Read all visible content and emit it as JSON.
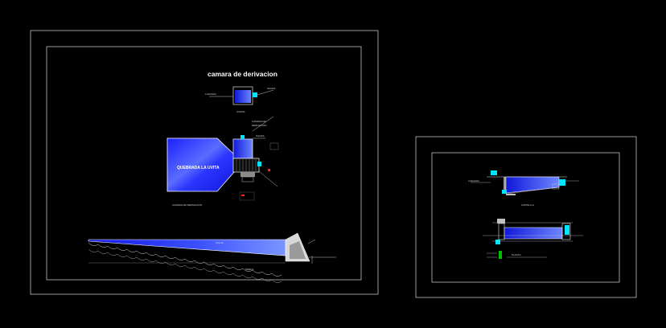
{
  "sheet_left": {
    "title": "camara de derivacion",
    "plan_caption": "CAMARA DE DERIVACION",
    "plan_label_top": "CAMARA DE",
    "plan_label_bottom": "DERIVACION",
    "channel_label": "QUEBRADA LA UVITA",
    "profile_caption": "PERFIL",
    "detail_caption": "CORTE"
  },
  "sheet_right": {
    "section_caption": "CORTE A-A",
    "plan_caption": "PLANTA"
  },
  "colors": {
    "background": "#000000",
    "frame": "#bfbfbf",
    "water_blue": "#1e2cff",
    "water_light": "#8aa0ff",
    "cyan": "#00e5ff",
    "red": "#ff2020",
    "green": "#00c000"
  }
}
